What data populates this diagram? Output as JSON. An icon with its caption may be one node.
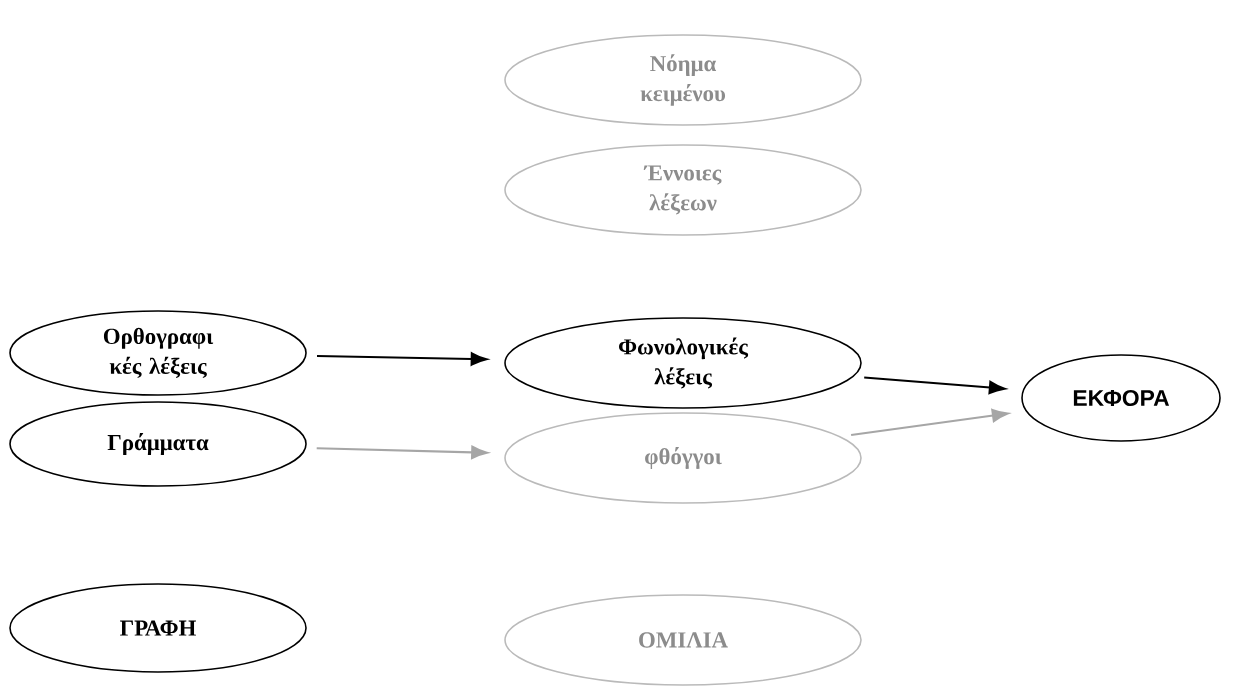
{
  "diagram": {
    "nodes": [
      {
        "text": [
          "Νόημα κειμένου"
        ]
      },
      {
        "text": [
          "Έννοιες λέξεων"
        ]
      },
      {
        "text": [
          "Ορθογραφι κές λέξεις"
        ]
      },
      {
        "text": [
          "Φωνολογικές λέξεις"
        ]
      },
      {
        "text": [
          "ΕΚΦΟΡΑ"
        ]
      },
      {
        "text": [
          "Γράμματα"
        ]
      },
      {
        "text": [
          "φθόγγοι"
        ]
      },
      {
        "text": [
          "ΓΡΑΦΗ"
        ]
      },
      {
        "text": [
          "ΟΜΙΛΙΑ"
        ]
      }
    ],
    "edges": [
      {
        "from": 2,
        "to": 3,
        "arrow": "to"
      },
      {
        "from": 3,
        "to": 4,
        "arrow": "to"
      },
      {
        "from": 5,
        "to": 6,
        "arrow": "to",
        "color": "#a6a6a6"
      },
      {
        "from": 6,
        "to": 4,
        "arrow": "to",
        "color": "#a6a6a6"
      }
    ]
  }
}
